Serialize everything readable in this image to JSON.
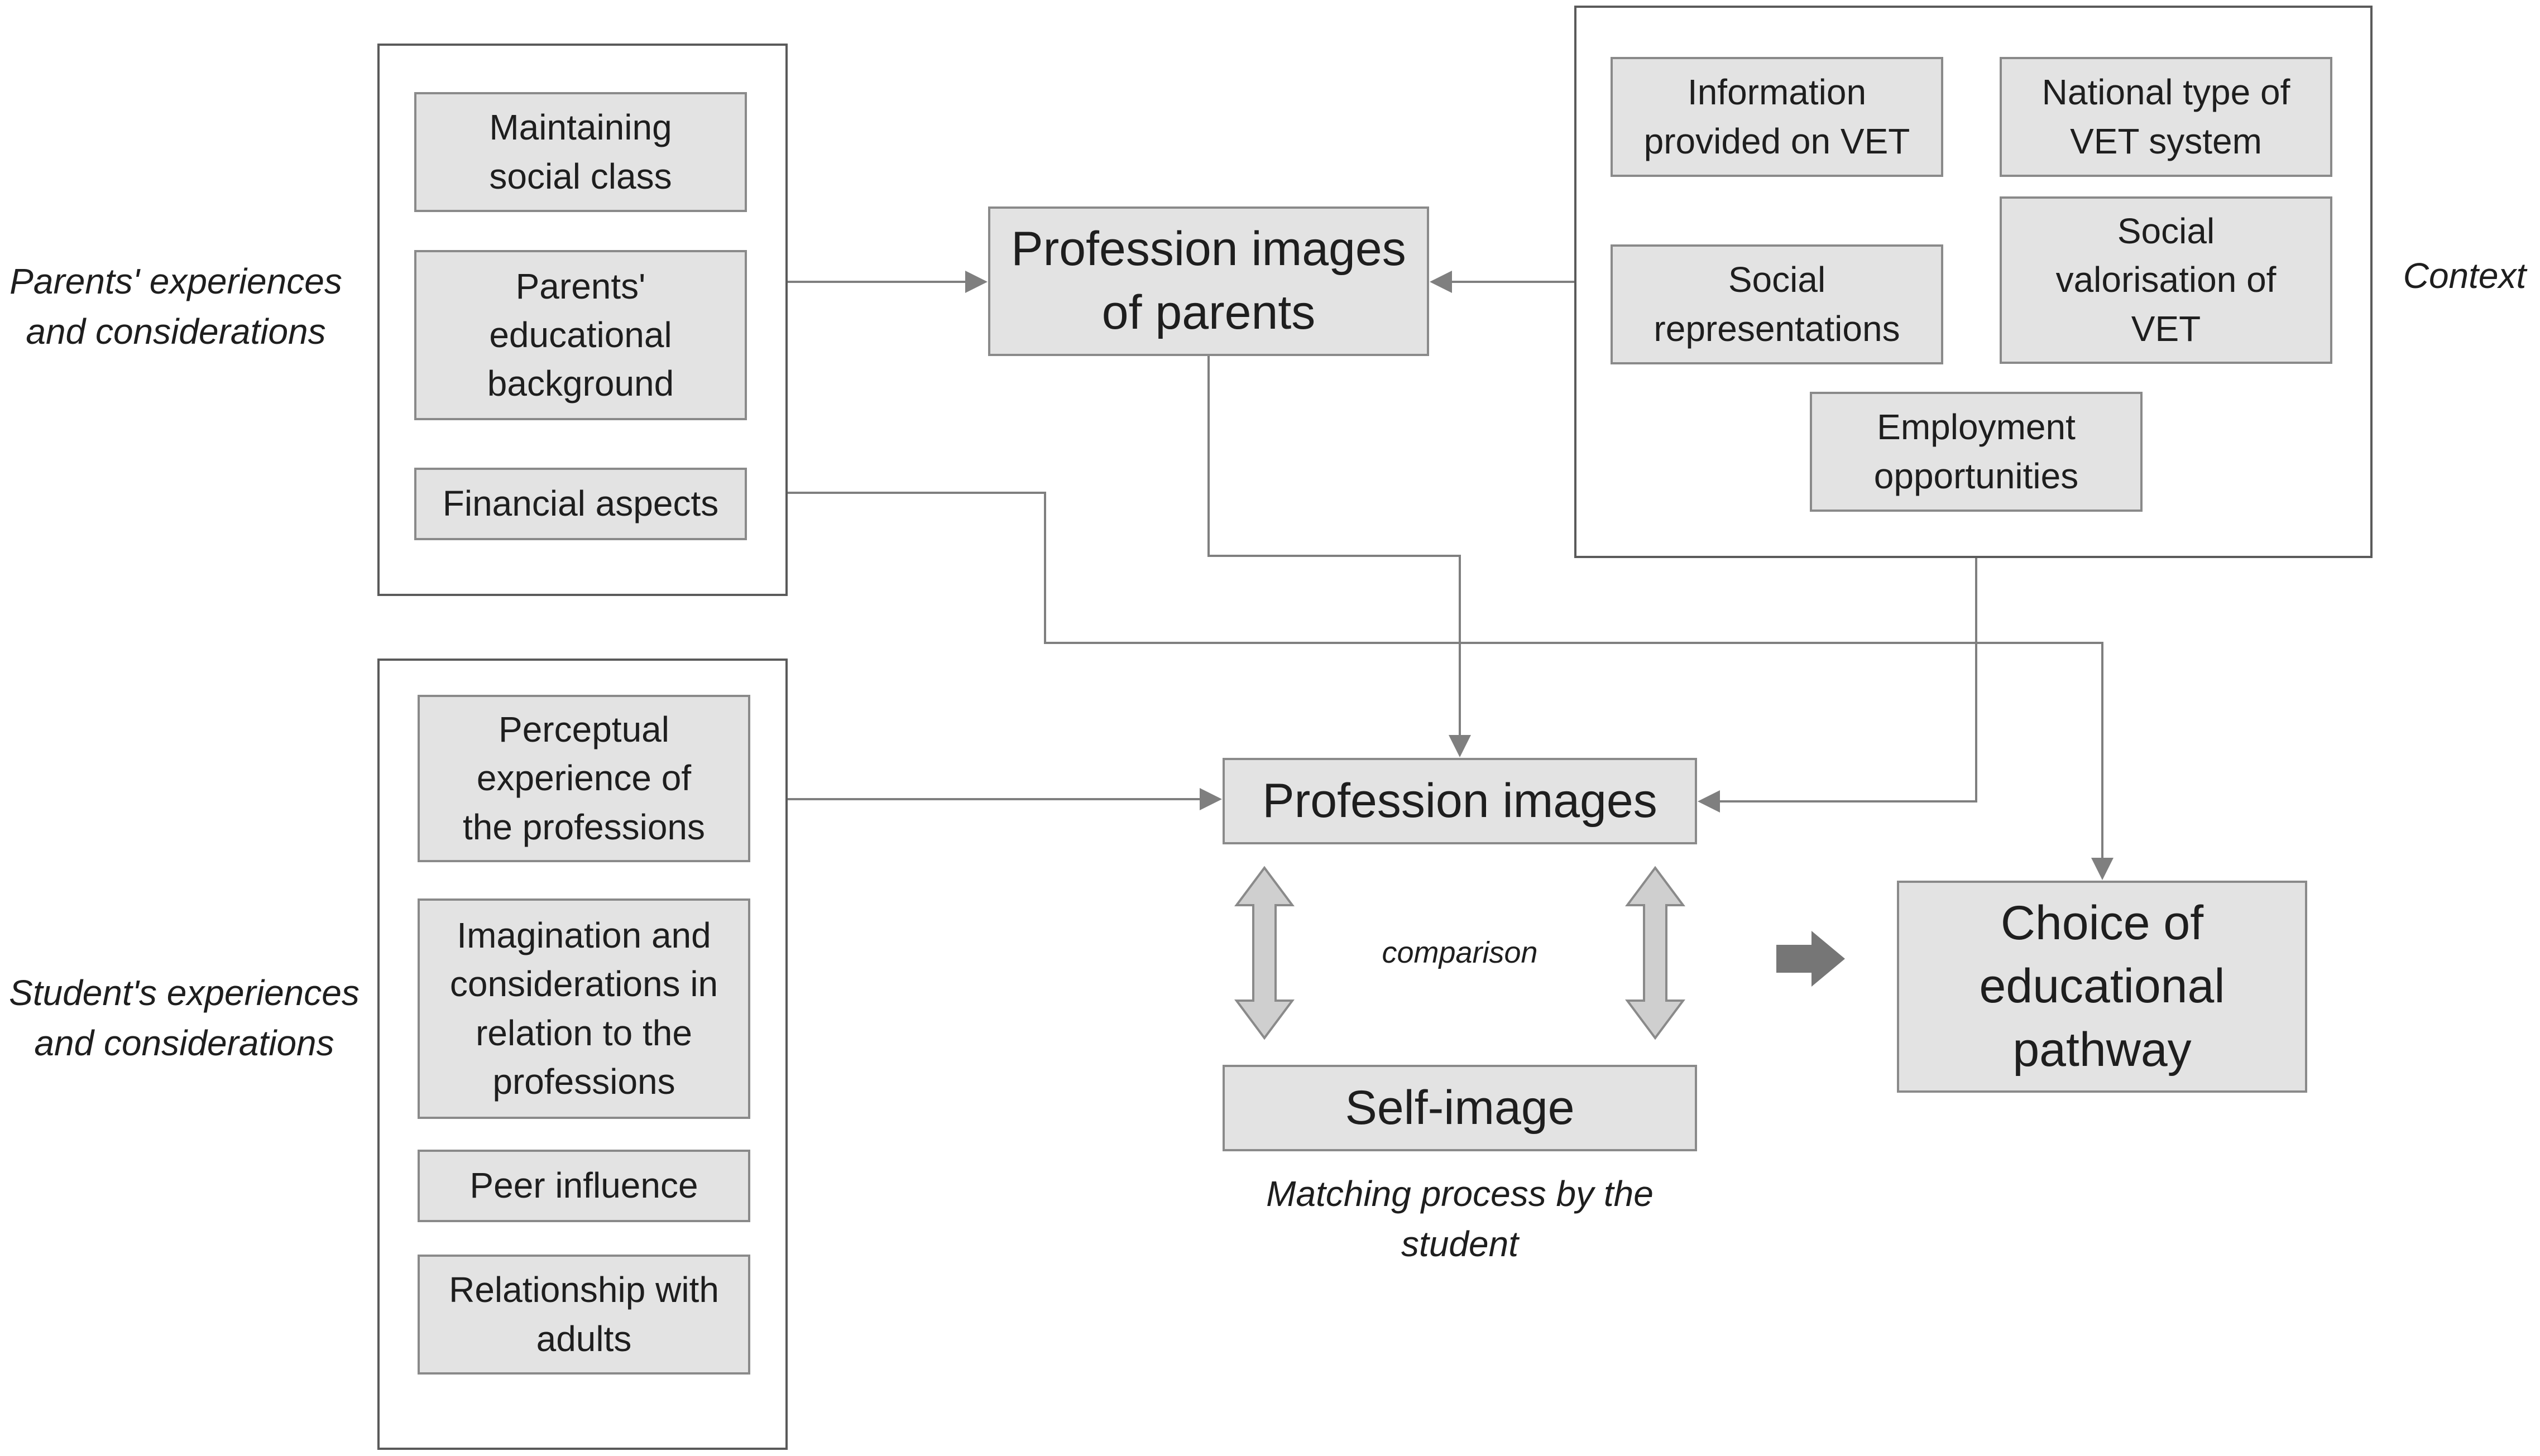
{
  "labels": {
    "parents": "Parents' experiences\nand considerations",
    "student": "Student's experiences\nand considerations",
    "context": "Context",
    "comparison": "comparison",
    "matching": "Matching process by the\nstudent"
  },
  "parents_factors": [
    "Maintaining\nsocial class",
    "Parents'\neducational\nbackground",
    "Financial aspects"
  ],
  "student_factors": [
    "Perceptual\nexperience of\nthe professions",
    "Imagination and\nconsiderations in\nrelation to the\nprofessions",
    "Peer influence",
    "Relationship with\nadults"
  ],
  "context_factors": [
    "Information\nprovided on VET",
    "National type of\nVET system",
    "Social\nrepresentations",
    "Social\nvalorisation of\nVET",
    "Employment\nopportunities"
  ],
  "central": {
    "profession_images_parents": "Profession images\nof parents",
    "profession_images": "Profession images",
    "self_image": "Self-image",
    "choice": "Choice of\neducational\npathway"
  },
  "colors": {
    "box_fill": "#e3e3e3",
    "box_border": "#8a8a8a",
    "arrow": "#7f7f7f",
    "frame": "#5a5a5a"
  }
}
